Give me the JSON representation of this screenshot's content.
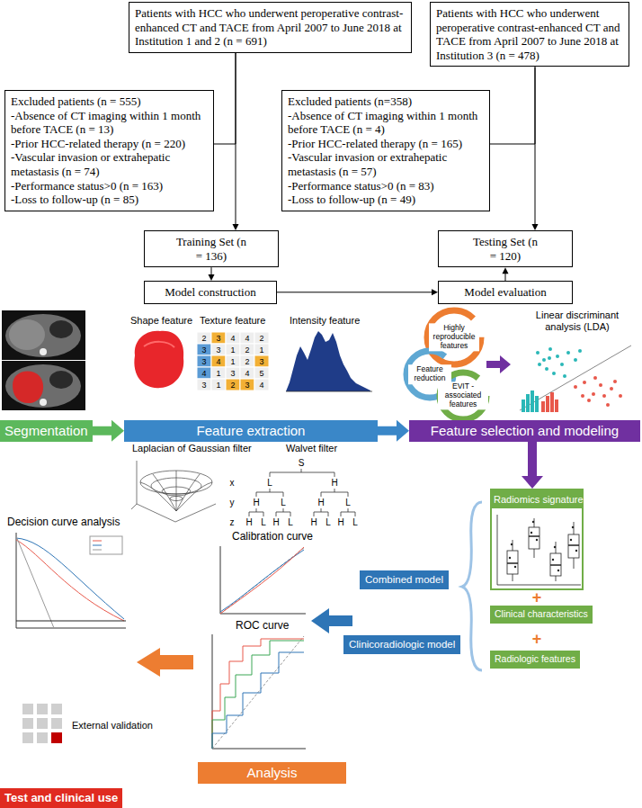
{
  "diagram": {
    "nodes": [
      {
        "text": [
          "Patients with HCC who underwent peroperative contrast-enhanced CT and TACE from April 2007 to June 2018 at Institution 1 and 2 (n = 691)"
        ]
      },
      {
        "text": [
          "Patients with HCC who underwent peroperative contrast-enhanced CT and TACE from April 2007 to June 2018 at Institution 3 (n = 478)"
        ]
      },
      {
        "text": [
          "Excluded patients (n = 555)",
          "-Absence of CT imaging within 1 month before TACE (n = 13)",
          "-Prior HCC-related therapy (n = 220)",
          "-Vascular invasion or extrahepatic metastasis (n = 74)",
          "-Performance status>0 (n = 163)",
          "-Loss to follow-up (n = 85)"
        ]
      },
      {
        "text": [
          "Excluded patients (n=358)",
          "-Absence of CT imaging within 1 month before TACE (n = 4)",
          "-Prior HCC-related therapy (n = 165)",
          "-Vascular invasion or extrahepatic metastasis (n = 57)",
          "-Performance status>0 (n = 83)",
          "-Loss to follow-up (n = 49)"
        ]
      },
      {
        "text": [
          "Training Set (n = 136)"
        ]
      },
      {
        "text": [
          "Testing Set (n = 120)"
        ]
      },
      {
        "text": [
          "Model construction"
        ]
      },
      {
        "text": [
          "Model evaluation"
        ]
      },
      {
        "text": [
          "Segmentation"
        ]
      },
      {
        "text": [
          "Feature extraction"
        ]
      },
      {
        "text": [
          "Feature selection and modeling"
        ]
      },
      {
        "text": [
          "Radiomics signature"
        ]
      },
      {
        "text": [
          "Clinical characteristics"
        ]
      },
      {
        "text": [
          "Radiologic features"
        ]
      },
      {
        "text": [
          "Combined model"
        ]
      },
      {
        "text": [
          "Clinicoradiologic model"
        ]
      },
      {
        "text": [
          "Analysis"
        ]
      },
      {
        "text": [
          "Test and clinical use"
        ]
      }
    ],
    "edges": [
      {
        "from": 0,
        "to": 4,
        "arrow": "to"
      },
      {
        "from": 0,
        "to": 2,
        "arrow": "none"
      },
      {
        "from": 1,
        "to": 5,
        "arrow": "to"
      },
      {
        "from": 1,
        "to": 3,
        "arrow": "none"
      },
      {
        "from": 4,
        "to": 6,
        "arrow": "to"
      },
      {
        "from": 6,
        "to": 7,
        "arrow": "to"
      },
      {
        "from": 7,
        "to": 5,
        "arrow": "to"
      },
      {
        "from": 8,
        "to": 9,
        "arrow": "to"
      },
      {
        "from": 9,
        "to": 10,
        "arrow": "to"
      },
      {
        "from": 10,
        "to": 11,
        "arrow": "to"
      }
    ],
    "labels": [
      "Shape feature",
      "Texture feature",
      "Intensity feature",
      "2",
      "3",
      "4",
      "4",
      "2",
      "3",
      "3",
      "1",
      "2",
      "1",
      "3",
      "4",
      "1",
      "2",
      "3",
      "4",
      "1",
      "3",
      "4",
      "5",
      "3",
      "1",
      "2",
      "3",
      "4",
      "Laplacian of Gaussian filter",
      "Walvet filter",
      "S",
      "x",
      "L",
      "H",
      "y",
      "H",
      "L",
      "H",
      "L",
      "z",
      "H",
      "L",
      "H",
      "L",
      "H",
      "L",
      "H",
      "L",
      "Highly reproducible features",
      "Feature reduction",
      "EVIT -associated features",
      "Linear discriminant analysis (LDA)",
      "+",
      "+",
      "Decision curve analysis",
      "Calibration curve",
      "ROC curve",
      "External validation"
    ]
  }
}
